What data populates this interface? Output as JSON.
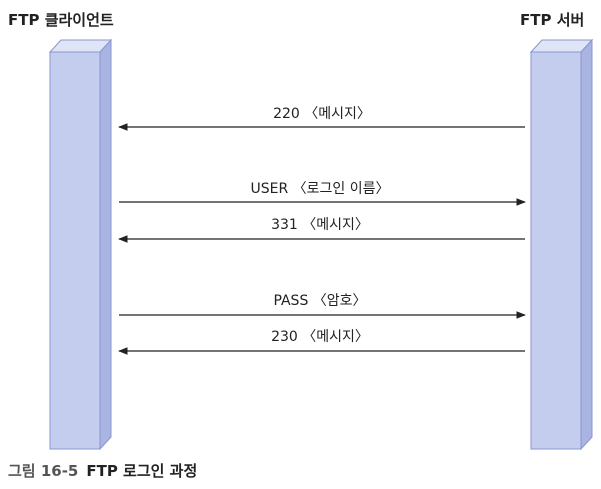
{
  "participants": {
    "client": "FTP 클라이언트",
    "server": "FTP 서버"
  },
  "messages": [
    {
      "label": "220 〈메시지〉",
      "direction": "server-to-client"
    },
    {
      "label": "USER 〈로그인 이름〉",
      "direction": "client-to-server"
    },
    {
      "label": "331 〈메시지〉",
      "direction": "server-to-client"
    },
    {
      "label": "PASS 〈암호〉",
      "direction": "client-to-server"
    },
    {
      "label": "230 〈메시지〉",
      "direction": "server-to-client"
    }
  ],
  "caption": {
    "figure_number": "그림 16-5",
    "title": "FTP 로그인 과정"
  },
  "colors": {
    "lifeline_front": "#c5cdef",
    "lifeline_side": "#a9b4e2",
    "lifeline_border": "#8896cf",
    "arrow": "#222222"
  }
}
